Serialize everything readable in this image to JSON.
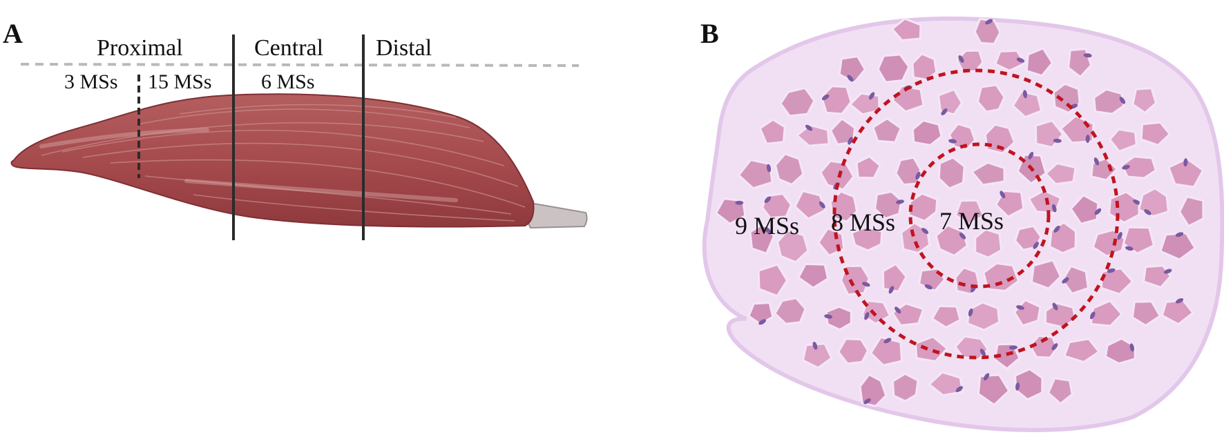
{
  "panels": {
    "a": {
      "letter": "A",
      "regions": {
        "proximal": "Proximal",
        "central": "Central",
        "distal": "Distal"
      },
      "counts": {
        "proximal_left": "3 MSs",
        "proximal_right": "15 MSs",
        "central": "6 MSs"
      },
      "colors": {
        "muscle": "#a4494c",
        "tendon": "#cbc3c3",
        "divider": "#2b2b2b",
        "reference_line": "#b9b9b9"
      }
    },
    "b": {
      "letter": "B",
      "rings": {
        "outer": "9 MSs",
        "middle": "8 MSs",
        "inner": "7 MSs"
      },
      "colors": {
        "fiber": "#d99bc0",
        "nucleus": "#7a5aa0",
        "background": "#f1e0f4",
        "ring": "#c0141e"
      }
    }
  }
}
